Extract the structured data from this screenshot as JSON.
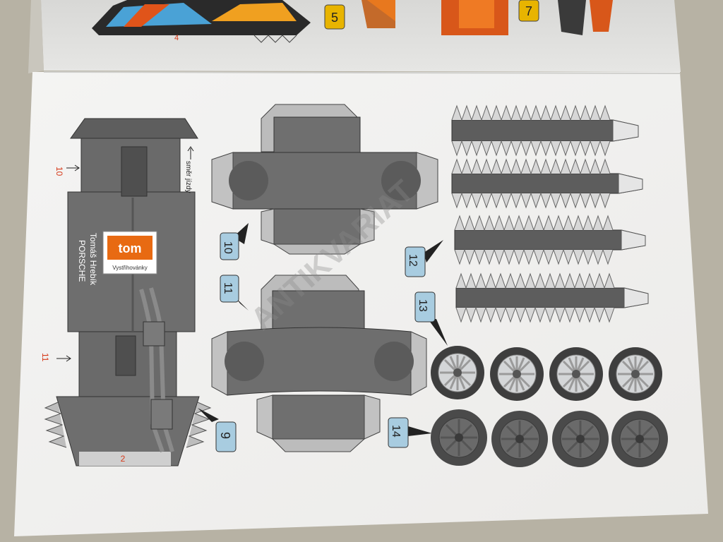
{
  "top_page": {
    "part_labels": [
      {
        "id": "top-label-4",
        "text": "4",
        "kind": "red"
      },
      {
        "id": "top-badge-5",
        "text": "5",
        "kind": "badge-yellow"
      },
      {
        "id": "top-badge-7",
        "text": "7",
        "kind": "badge-yellow"
      }
    ]
  },
  "chassis_part": {
    "red_labels": [
      "10",
      "11",
      "2"
    ],
    "direction_text": "směr jízdy",
    "logo_text": "tom",
    "logo_subtext": "Vystřihovánky",
    "author_line": "Tomáš Hrebík",
    "model_line": "PORSCHE"
  },
  "badges": [
    {
      "id": "badge-9",
      "text": "9"
    },
    {
      "id": "badge-10",
      "text": "10"
    },
    {
      "id": "badge-11",
      "text": "11"
    },
    {
      "id": "badge-12",
      "text": "12"
    },
    {
      "id": "badge-13",
      "text": "13"
    },
    {
      "id": "badge-14",
      "text": "14"
    }
  ],
  "watermark": {
    "text": "ANTIKVARIAT"
  },
  "wheels": {
    "light_count": 4,
    "dark_count": 4
  },
  "colors": {
    "paper": "#f0f0ee",
    "part_gray": "#6e6e6e",
    "tab_gray": "#c9c9c9",
    "badge_blue": "#a8cce0",
    "badge_yellow": "#e8b400",
    "label_red": "#d63a1a",
    "logo_orange": "#e86a12"
  }
}
